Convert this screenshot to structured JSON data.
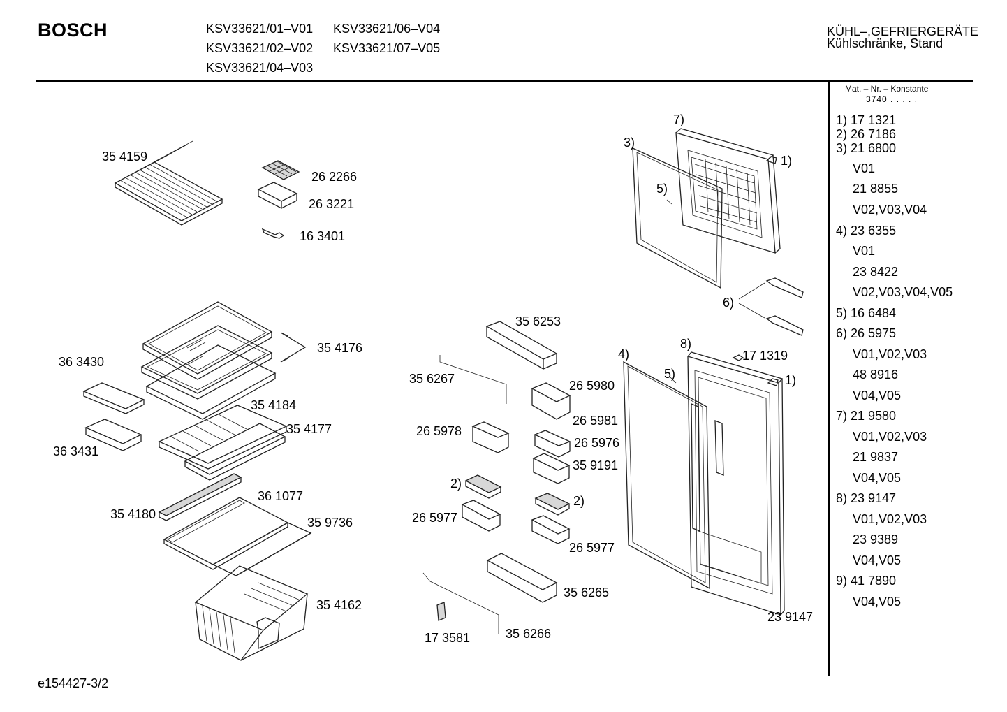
{
  "header": {
    "brand": "BOSCH",
    "models": [
      "KSV33621/01–V01",
      "KSV33621/06–V04",
      "KSV33621/02–V02",
      "KSV33621/07–V05",
      "KSV33621/04–V03"
    ],
    "category_line1": "KÜHL–,GEFRIERGERÄTE",
    "category_line2": "Kühlschränke, Stand"
  },
  "right_panel": {
    "mat_label": "Mat. – Nr. – Konstante",
    "mat_value": "3740  .   .   .  .  .",
    "rows": [
      "1) 17 1321",
      "2) 26 7186",
      "3) 21 6800",
      "V01",
      "21 8855",
      "V02,V03,V04",
      "4) 23 6355",
      "V01",
      "23 8422",
      "V02,V03,V04,V05",
      "5) 16 6484",
      "6) 26 5975",
      "V01,V02,V03",
      "48 8916",
      "V04,V05",
      "7) 21 9580",
      "V01,V02,V03",
      "21 9837",
      "V04,V05",
      "8) 23 9147",
      "V01,V02,V03",
      "23 9389",
      "V04,V05",
      "9) 41 7890",
      "V04,V05"
    ]
  },
  "labels": {
    "p354159": "35 4159",
    "p262266": "26 2266",
    "p263221": "26 3221",
    "p163401": "16 3401",
    "p354176": "35 4176",
    "p363430": "36 3430",
    "p354184": "35 4184",
    "p354177": "35 4177",
    "p363431": "36 3431",
    "p361077": "36 1077",
    "p354180": "35 4180",
    "p359736": "35 9736",
    "p354162": "35 4162",
    "p356253": "35 6253",
    "p356267": "35 6267",
    "p265980": "26 5980",
    "p265981": "26 5981",
    "p265978": "26 5978",
    "p265976": "26 5976",
    "p359191": "35 9191",
    "c2a": "2)",
    "c2b": "2)",
    "p265977a": "26 5977",
    "p265977b": "26 5977",
    "p356265": "35 6265",
    "p173581": "17 3581",
    "p356266": "35 6266",
    "c7": "7)",
    "c3": "3)",
    "c1a": "1)",
    "c5a": "5)",
    "c6": "6)",
    "c8": "8)",
    "c4": "4)",
    "p171319": "17 1319",
    "c5b": "5)",
    "c1b": "1)",
    "p239147": "23 9147"
  },
  "footer": "e154427-3/2"
}
